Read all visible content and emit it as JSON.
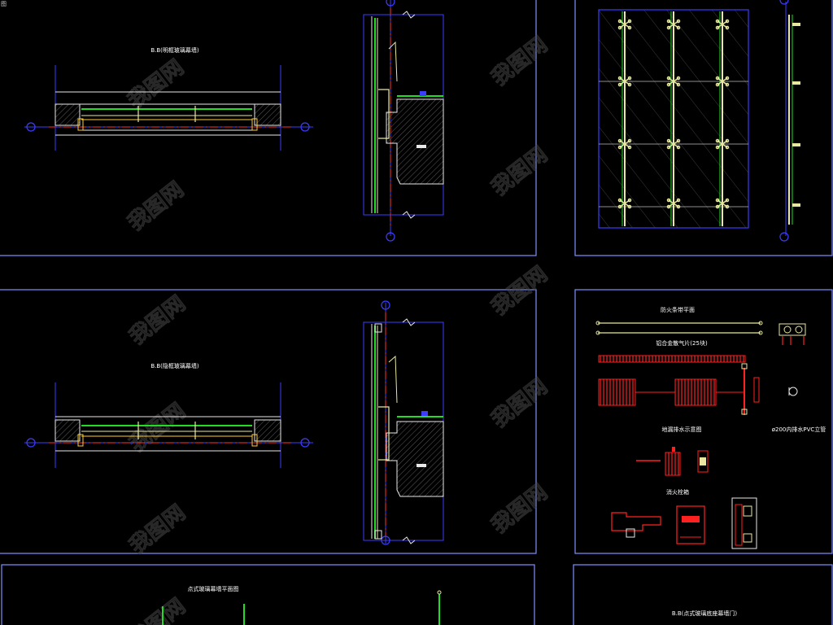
{
  "corner_glyph": "图",
  "panels": {
    "top_left": {
      "title": "B.B(明框玻璃幕墙)"
    },
    "mid_left": {
      "title": "B.B(隐框玻璃幕墙)"
    },
    "bottom_left": {
      "title": "点式玻璃幕墙平面图"
    },
    "bottom_right": {
      "title": "B.B(点式玻璃底座幕墙门)"
    },
    "legend": {
      "title_strip": "防火条带平面",
      "title_louver": "铝合金散气片(25块)",
      "title_drain": "地漏排水示意图",
      "title_pvc": "ø200内排水PVC立管",
      "title_hydrant": "消火栓箱"
    }
  },
  "watermark": {
    "text": "我图网",
    "color": "#4a4a4a"
  },
  "colors": {
    "background": "#000000",
    "frame": "#7f8fff",
    "wall_line": "#e8e8e8",
    "glass": "#22dd22",
    "fixture": "#e8e8a0",
    "axis": "#ff3030",
    "dimension": "#3c3cff",
    "annotation_red": "#ff2020",
    "hatch": "#606060",
    "label_white": "#ffffff"
  }
}
